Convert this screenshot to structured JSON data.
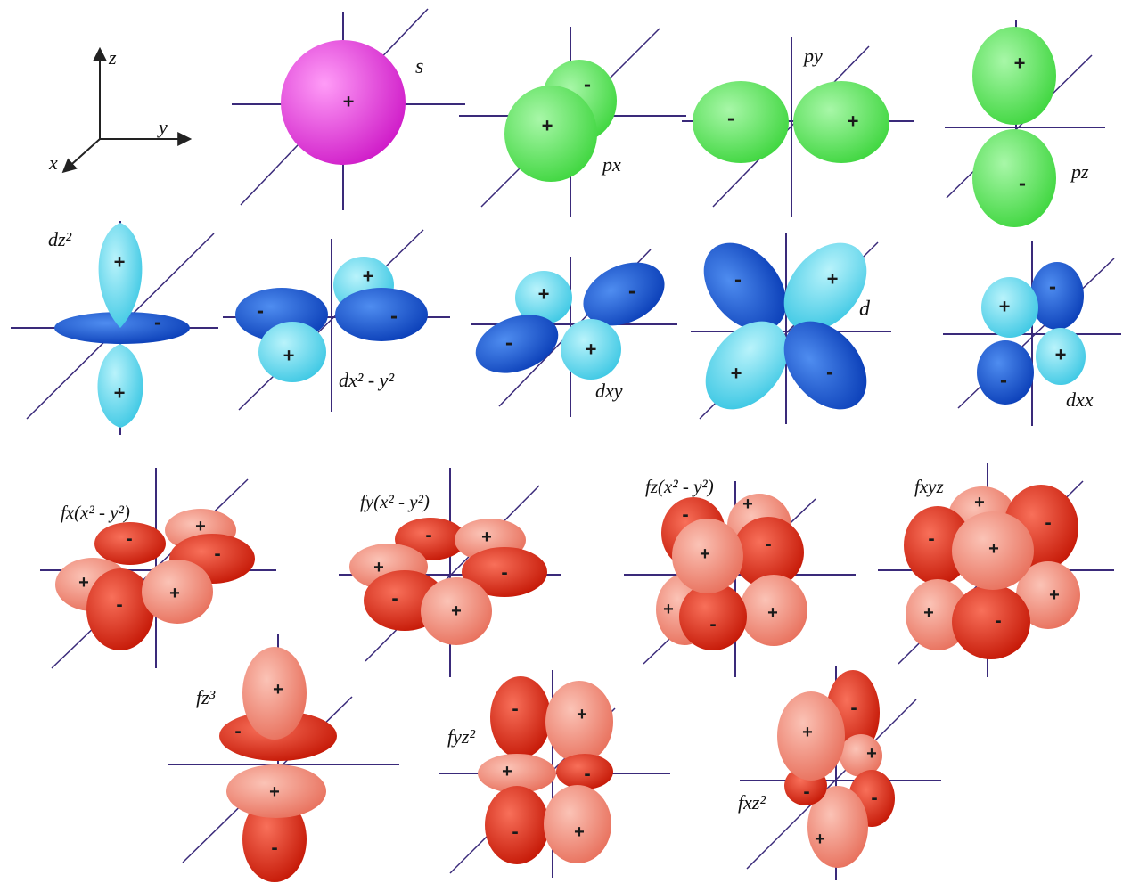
{
  "colors": {
    "axis": "#3a2a7a",
    "s_orbital": "#e63ee0",
    "p_orbital": "#5ee65e",
    "d_positive": "#6fdcf0",
    "d_negative": "#1e5fd6",
    "f_positive": "#f29282",
    "f_negative": "#e0301e"
  },
  "signs": {
    "plus": "+",
    "minus": "-"
  },
  "axes_key": {
    "x": "x",
    "y": "y",
    "z": "z"
  },
  "orbitals": {
    "s": {
      "label": "s"
    },
    "px": {
      "label": "px"
    },
    "py": {
      "label": "py"
    },
    "pz": {
      "label": "pz"
    },
    "dz2": {
      "label": "dz²"
    },
    "dx2y2": {
      "label": "dx² - y²"
    },
    "dxy": {
      "label": "dxy"
    },
    "dyz": {
      "label": "d"
    },
    "dxz": {
      "label": "dxx"
    },
    "fxx2y2": {
      "label": "fx(x² - y²)"
    },
    "fyx2y2": {
      "label": "fy(x² - y²)"
    },
    "fzx2y2": {
      "label": "fz(x² - y²)"
    },
    "fxyz": {
      "label": "fxyz"
    },
    "fz3": {
      "label": "fz³"
    },
    "fyz2": {
      "label": "fyz²"
    },
    "fxz2": {
      "label": "fxz²"
    }
  }
}
